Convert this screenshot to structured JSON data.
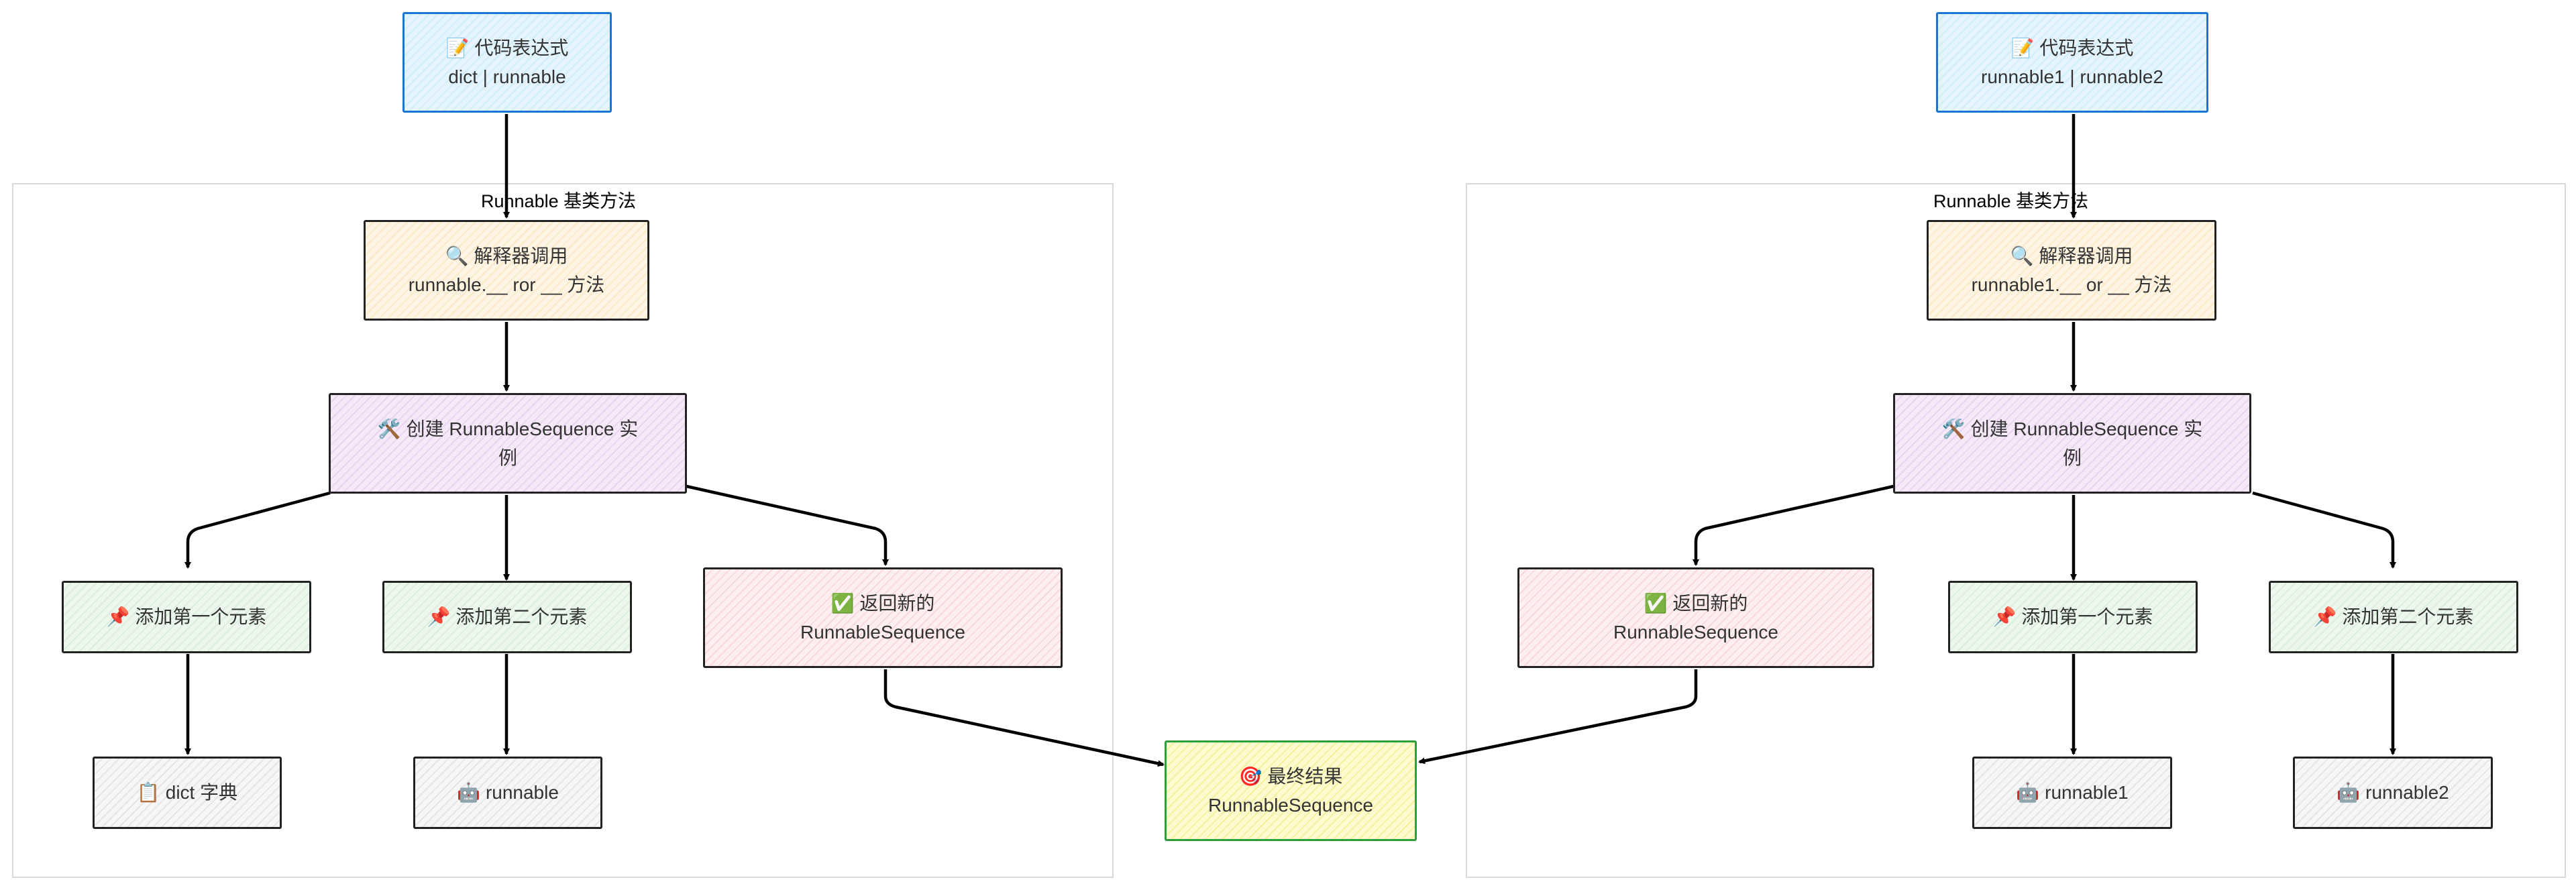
{
  "groups": {
    "left_label": "Runnable 基类方法",
    "right_label": "Runnable 基类方法"
  },
  "left": {
    "expr": {
      "icon": "📝",
      "title": "代码表达式",
      "sub": "dict | runnable"
    },
    "interp": {
      "icon": "🔍",
      "title": "解释器调用",
      "sub": "runnable.__ ror __ 方法"
    },
    "create": {
      "icon": "🛠️",
      "title": "创建 RunnableSequence 实",
      "sub": "例"
    },
    "add_first": {
      "icon": "📌",
      "title": "添加第一个元素"
    },
    "add_second": {
      "icon": "📌",
      "title": "添加第二个元素"
    },
    "return_new": {
      "icon": "✅",
      "title": "返回新的",
      "sub": "RunnableSequence"
    },
    "leaf1": {
      "icon": "📋",
      "title": "dict 字典"
    },
    "leaf2": {
      "icon": "🤖",
      "title": "runnable"
    }
  },
  "right": {
    "expr": {
      "icon": "📝",
      "title": "代码表达式",
      "sub": "runnable1 | runnable2"
    },
    "interp": {
      "icon": "🔍",
      "title": "解释器调用",
      "sub": "runnable1.__ or __ 方法"
    },
    "create": {
      "icon": "🛠️",
      "title": "创建 RunnableSequence 实",
      "sub": "例"
    },
    "return_new": {
      "icon": "✅",
      "title": "返回新的",
      "sub": "RunnableSequence"
    },
    "add_first": {
      "icon": "📌",
      "title": "添加第一个元素"
    },
    "add_second": {
      "icon": "📌",
      "title": "添加第二个元素"
    },
    "leaf1": {
      "icon": "🤖",
      "title": "runnable1"
    },
    "leaf2": {
      "icon": "🤖",
      "title": "runnable2"
    }
  },
  "final": {
    "icon": "🎯",
    "title": "最终结果",
    "sub": "RunnableSequence"
  },
  "colors": {
    "edge": "#000000",
    "group_border": "#d9d9d9",
    "expr_border": "#1976d2",
    "final_border": "#2e9e3a"
  }
}
